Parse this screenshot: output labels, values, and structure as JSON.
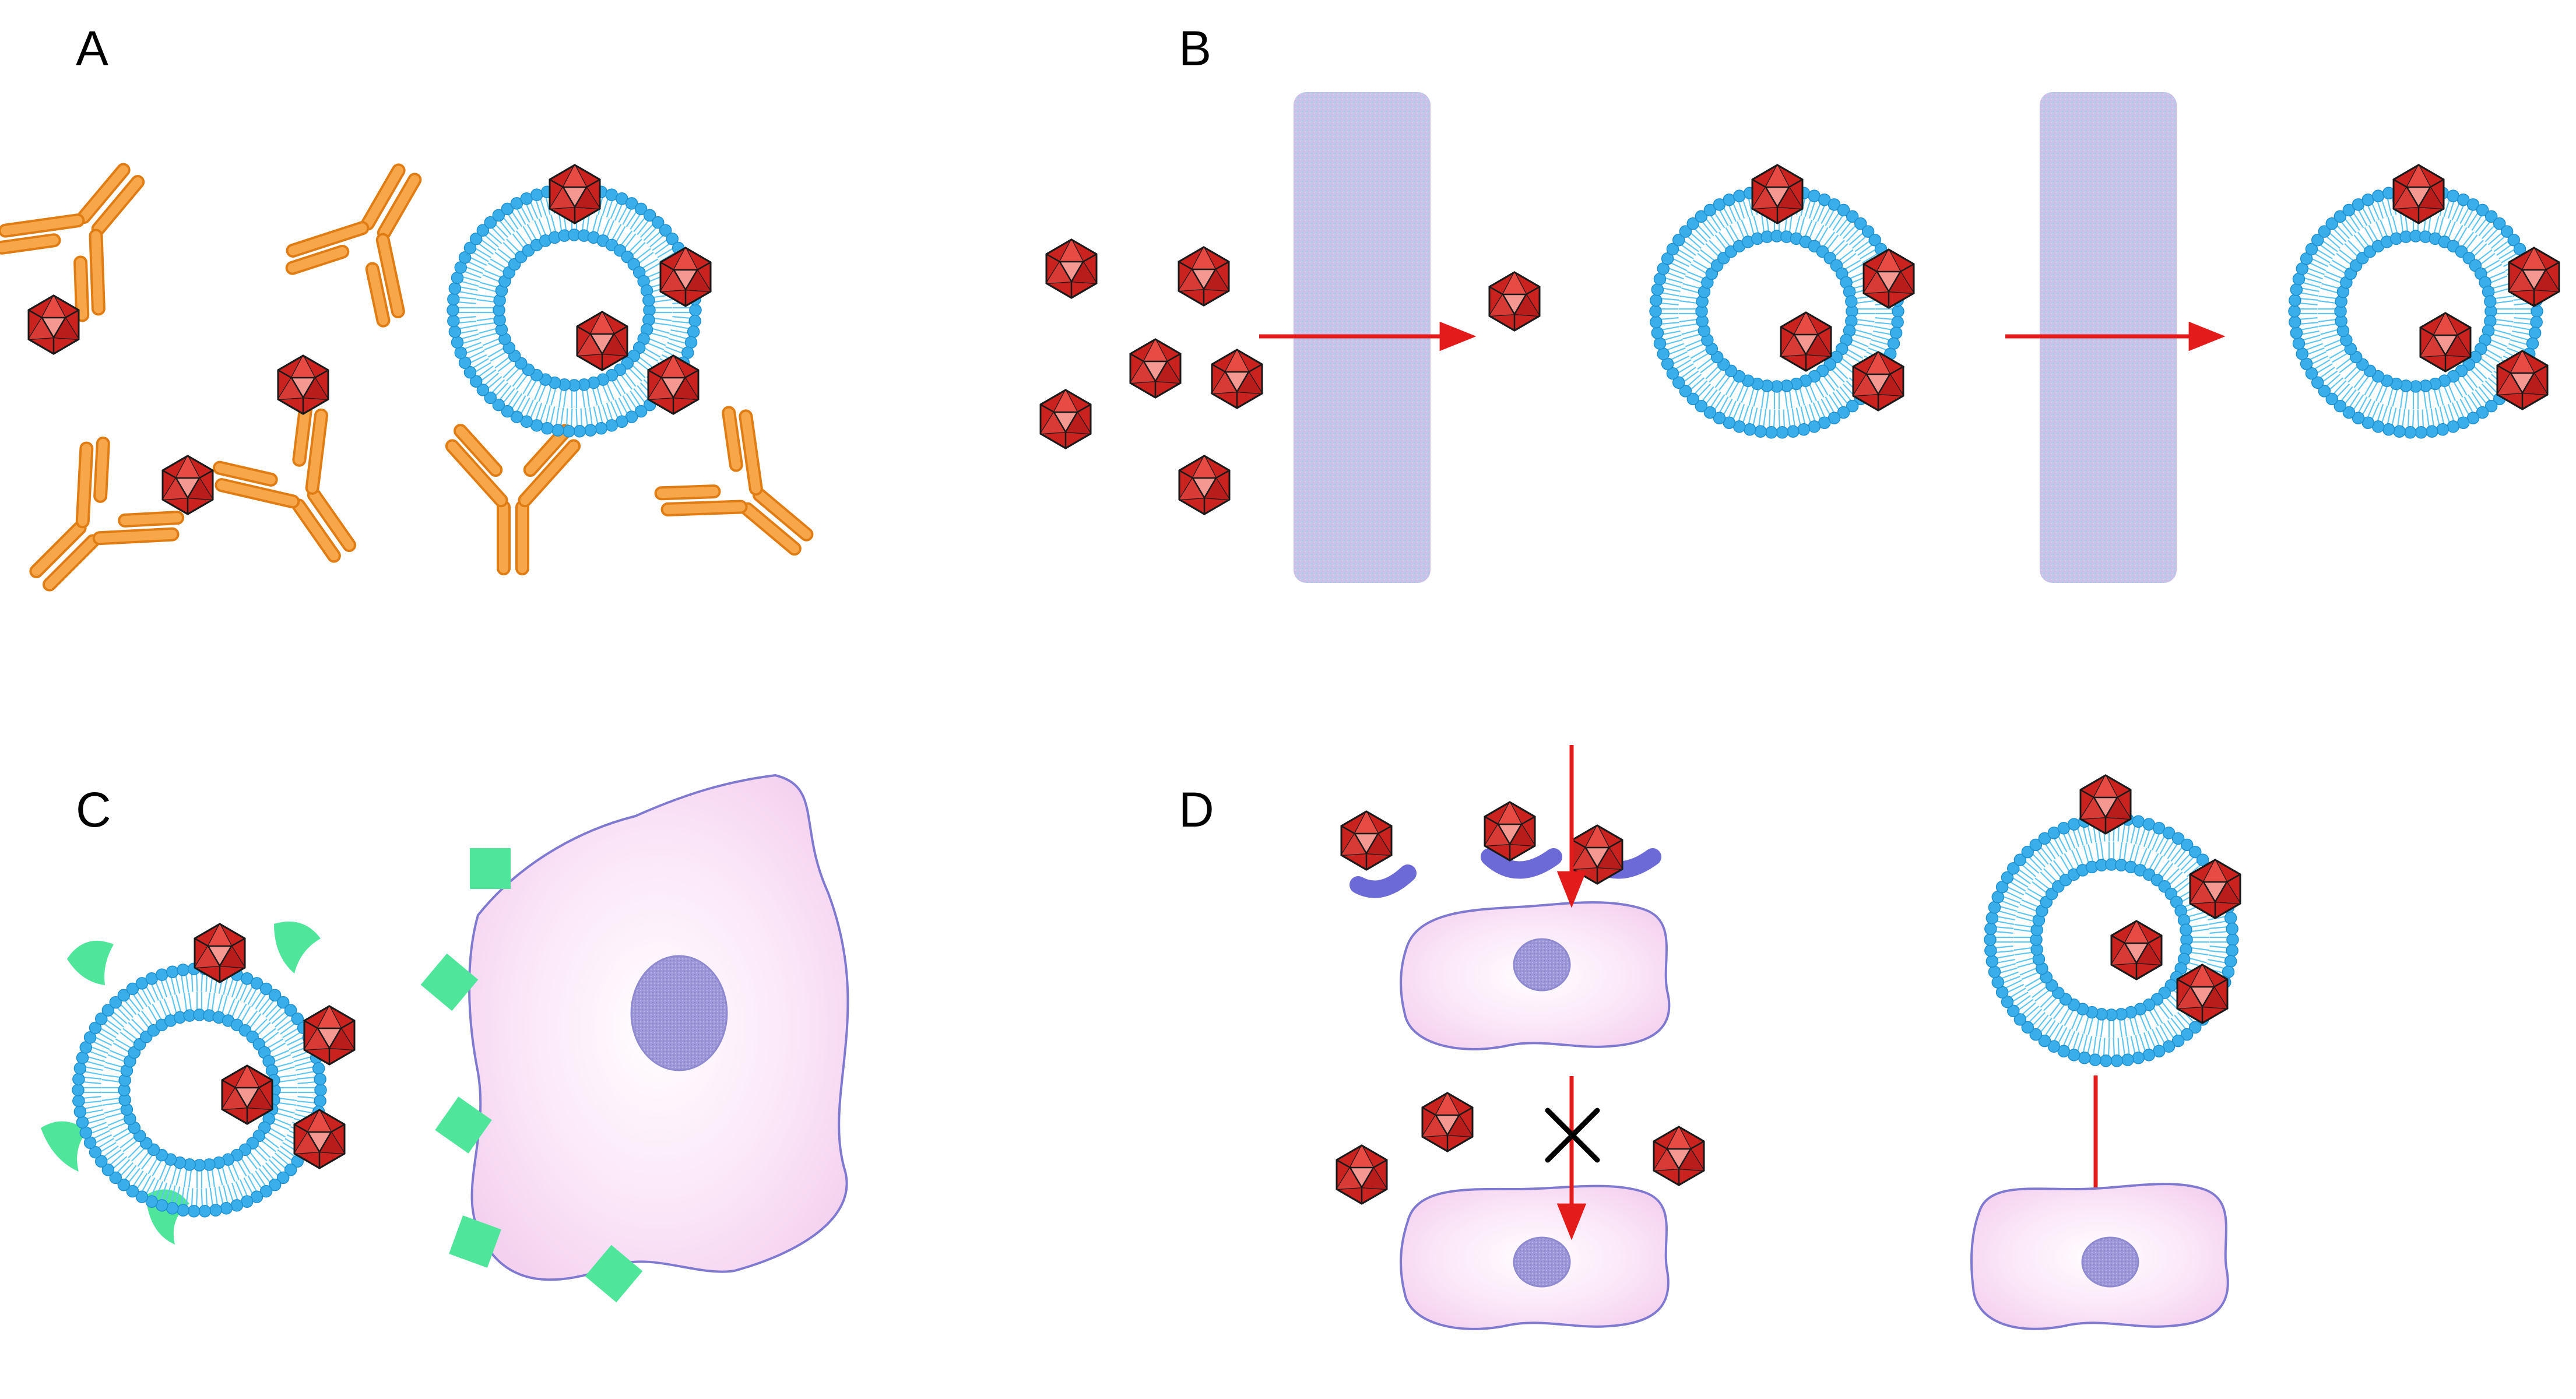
{
  "panels": [
    {
      "id": "A",
      "label": "A"
    },
    {
      "id": "B",
      "label": "B"
    },
    {
      "id": "C",
      "label": "C"
    },
    {
      "id": "D",
      "label": "D"
    }
  ],
  "colors": {
    "virus": "#e0302e",
    "antibody": "#f7a64a",
    "liposome": "#3aaee8",
    "barrier": "#c9c3e6",
    "cell": "#f7dcf2",
    "nucleus": "#9f97d6",
    "ligand": "#4fe59a",
    "receptor": "#6c6ad6",
    "arrow": "#e31b1b"
  }
}
